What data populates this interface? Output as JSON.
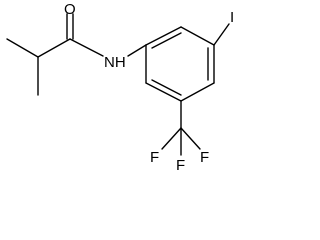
{
  "molecule": {
    "atoms": {
      "oxygen": "O",
      "nitrogen_h": "NH",
      "iodine": "I",
      "fluorine_left": "F",
      "fluorine_middle": "F",
      "fluorine_right": "F"
    },
    "colors": {
      "bond": "#000000",
      "text": "#000000",
      "background": "#ffffff"
    }
  }
}
